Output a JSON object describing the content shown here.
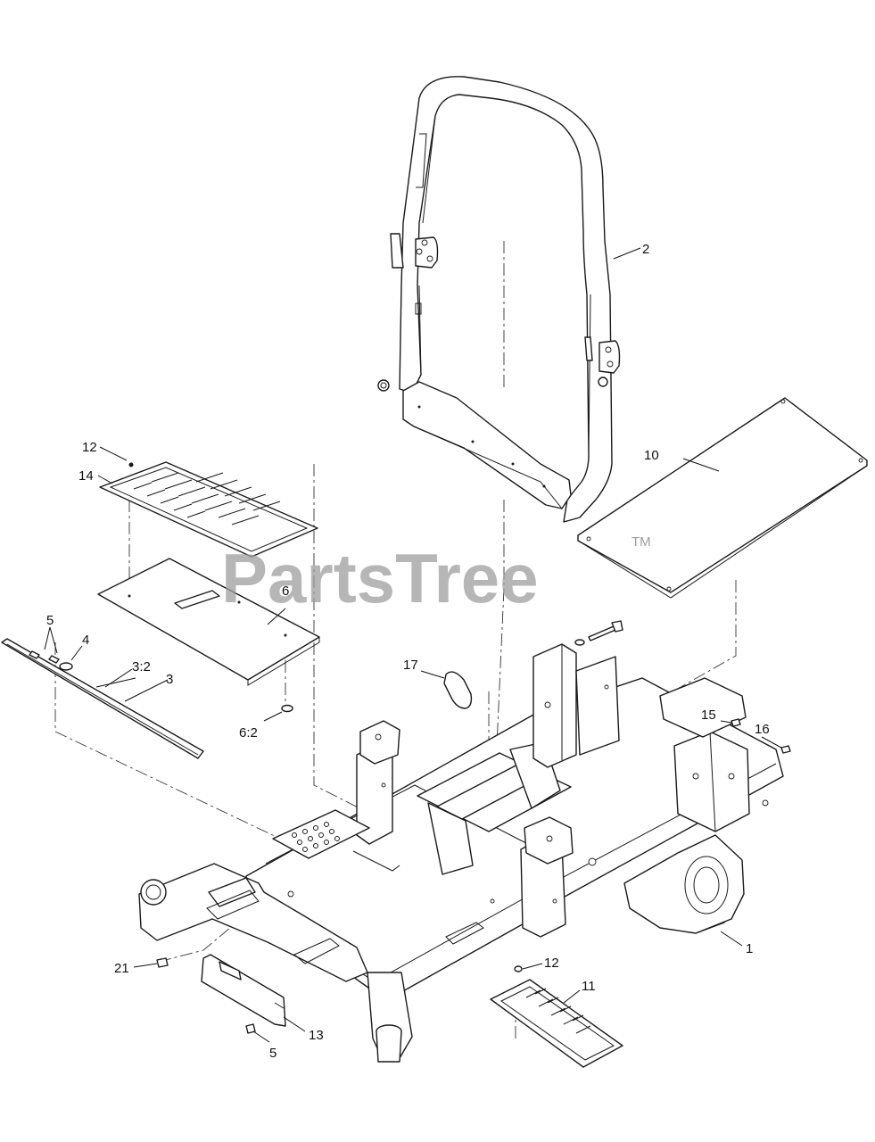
{
  "watermark": {
    "text": "PartsTree",
    "tm": "TM"
  },
  "callouts": [
    {
      "id": "c-2",
      "label": "2"
    },
    {
      "id": "c-10",
      "label": "10"
    },
    {
      "id": "c-12a",
      "label": "12"
    },
    {
      "id": "c-14",
      "label": "14"
    },
    {
      "id": "c-6",
      "label": "6"
    },
    {
      "id": "c-5a",
      "label": "5"
    },
    {
      "id": "c-4",
      "label": "4"
    },
    {
      "id": "c-3-2",
      "label": "3:2"
    },
    {
      "id": "c-3",
      "label": "3"
    },
    {
      "id": "c-6-2",
      "label": "6:2"
    },
    {
      "id": "c-17",
      "label": "17"
    },
    {
      "id": "c-15",
      "label": "15"
    },
    {
      "id": "c-16",
      "label": "16"
    },
    {
      "id": "c-1",
      "label": "1"
    },
    {
      "id": "c-21",
      "label": "21"
    },
    {
      "id": "c-12b",
      "label": "12"
    },
    {
      "id": "c-11",
      "label": "11"
    },
    {
      "id": "c-13",
      "label": "13"
    },
    {
      "id": "c-5b",
      "label": "5"
    }
  ]
}
